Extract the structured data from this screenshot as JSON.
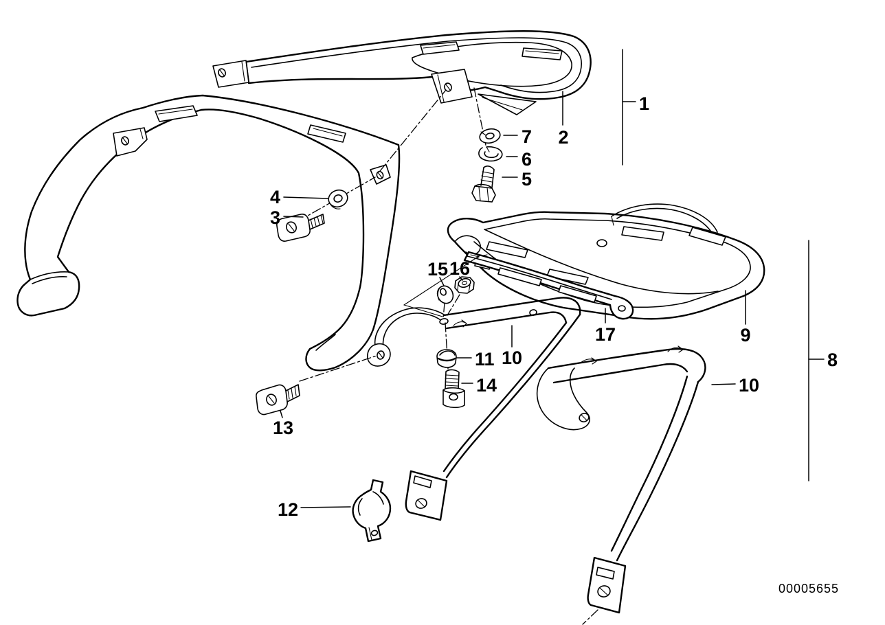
{
  "diagram": {
    "type": "exploded-parts-diagram",
    "background_color": "#ffffff",
    "line_color": "#000000",
    "image_number": "00005655",
    "callouts": {
      "c1": {
        "text": "1"
      },
      "c2": {
        "text": "2"
      },
      "c3": {
        "text": "3"
      },
      "c4": {
        "text": "4"
      },
      "c5": {
        "text": "5"
      },
      "c6": {
        "text": "6"
      },
      "c7": {
        "text": "7"
      },
      "c8": {
        "text": "8"
      },
      "c9": {
        "text": "9"
      },
      "c10a": {
        "text": "10"
      },
      "c10b": {
        "text": "10"
      },
      "c11": {
        "text": "11"
      },
      "c12": {
        "text": "12"
      },
      "c13": {
        "text": "13"
      },
      "c14": {
        "text": "14"
      },
      "c15": {
        "text": "15"
      },
      "c16": {
        "text": "16"
      },
      "c17": {
        "text": "17"
      }
    }
  }
}
